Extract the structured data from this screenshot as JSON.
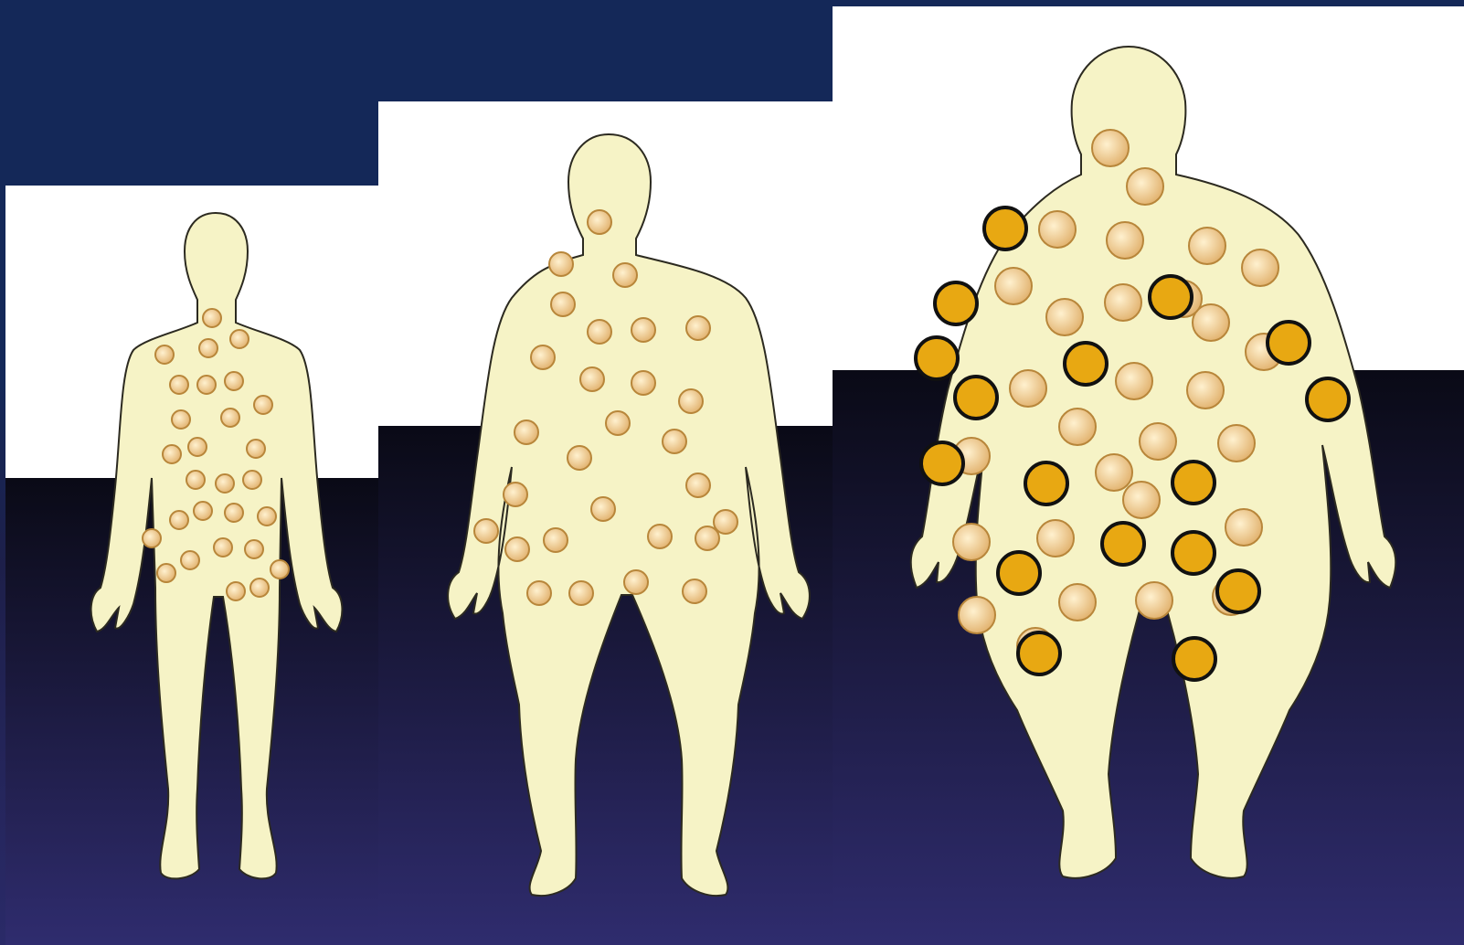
{
  "colors": {
    "frame_background": "#142858",
    "panel_top": "#ffffff",
    "panel_bottom_dark": "#0a0a16",
    "panel_bottom_light": "#2f2c6e",
    "body_fill": "#f6f3c6",
    "body_outline": "#2c2a20",
    "normal_fat_cell": "#eac48a",
    "enlarged_fat_cell": "#e8a812",
    "enlarged_fat_cell_outline": "#111111"
  },
  "figures": [
    {
      "name": "lean-figure",
      "normal_fat_cells": 28,
      "highlighted_fat_cells": 0
    },
    {
      "name": "overweight-figure",
      "normal_fat_cells": 28,
      "highlighted_fat_cells": 0
    },
    {
      "name": "obese-figure",
      "normal_fat_cells": 29,
      "highlighted_fat_cells": 17
    }
  ]
}
